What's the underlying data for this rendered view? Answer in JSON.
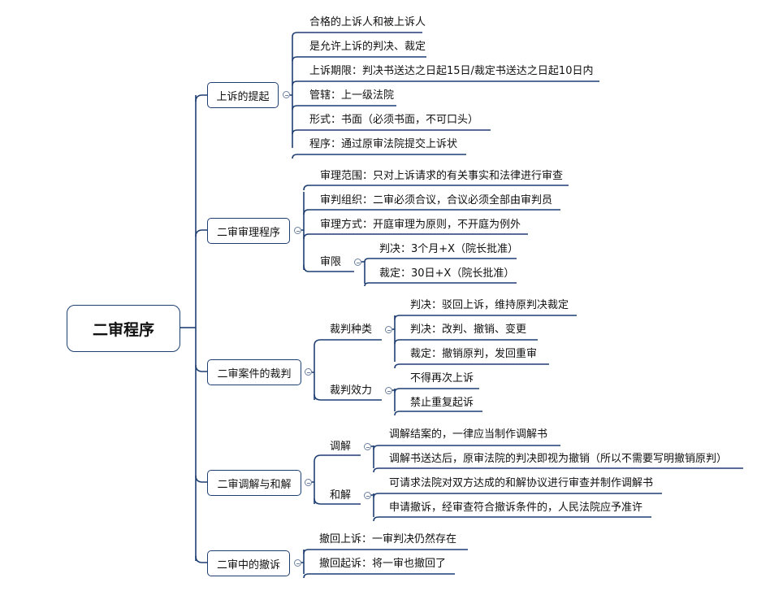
{
  "root": {
    "label": "二审程序"
  },
  "branches": [
    {
      "label": "上诉的提起",
      "children": [
        "合格的上诉人和被上诉人",
        "是允许上诉的判决、裁定",
        "上诉期限：判决书送达之日起15日/裁定书送达之日起10日内",
        "管辖：上一级法院",
        "形式：书面（必须书面，不可口头）",
        "程序：通过原审法院提交上诉状"
      ]
    },
    {
      "label": "二审审理程序",
      "children": [
        "审理范围：只对上诉请求的有关事实和法律进行审查",
        "审判组织：二审必须合议，合议必须全部由审判员",
        "审理方式：开庭审理为原则，不开庭为例外"
      ],
      "sub": {
        "label": "审限",
        "children": [
          "判决：3个月+X（院长批准）",
          "裁定：30日+X（院长批准）"
        ]
      }
    },
    {
      "label": "二审案件的裁判",
      "groups": [
        {
          "label": "裁判种类",
          "children": [
            "判决：驳回上诉，维持原判决裁定",
            "判决：改判、撤销、变更",
            "裁定：撤销原判，发回重审"
          ]
        },
        {
          "label": "裁判效力",
          "children": [
            "不得再次上诉",
            "禁止重复起诉"
          ]
        }
      ]
    },
    {
      "label": "二审调解与和解",
      "groups": [
        {
          "label": "调解",
          "children": [
            "调解结案的，一律应当制作调解书",
            "调解书送达后，原审法院的判决即视为撤销（所以不需要写明撤销原判）"
          ]
        },
        {
          "label": "和解",
          "children": [
            "可请求法院对双方达成的和解协议进行审查并制作调解书",
            "申请撤诉，经审查符合撤诉条件的，人民法院应予准许"
          ]
        }
      ]
    },
    {
      "label": "二审中的撤诉",
      "children": [
        "撤回上诉：一审判决仍然存在",
        "撤回起诉：将一审也撤回了"
      ]
    }
  ]
}
